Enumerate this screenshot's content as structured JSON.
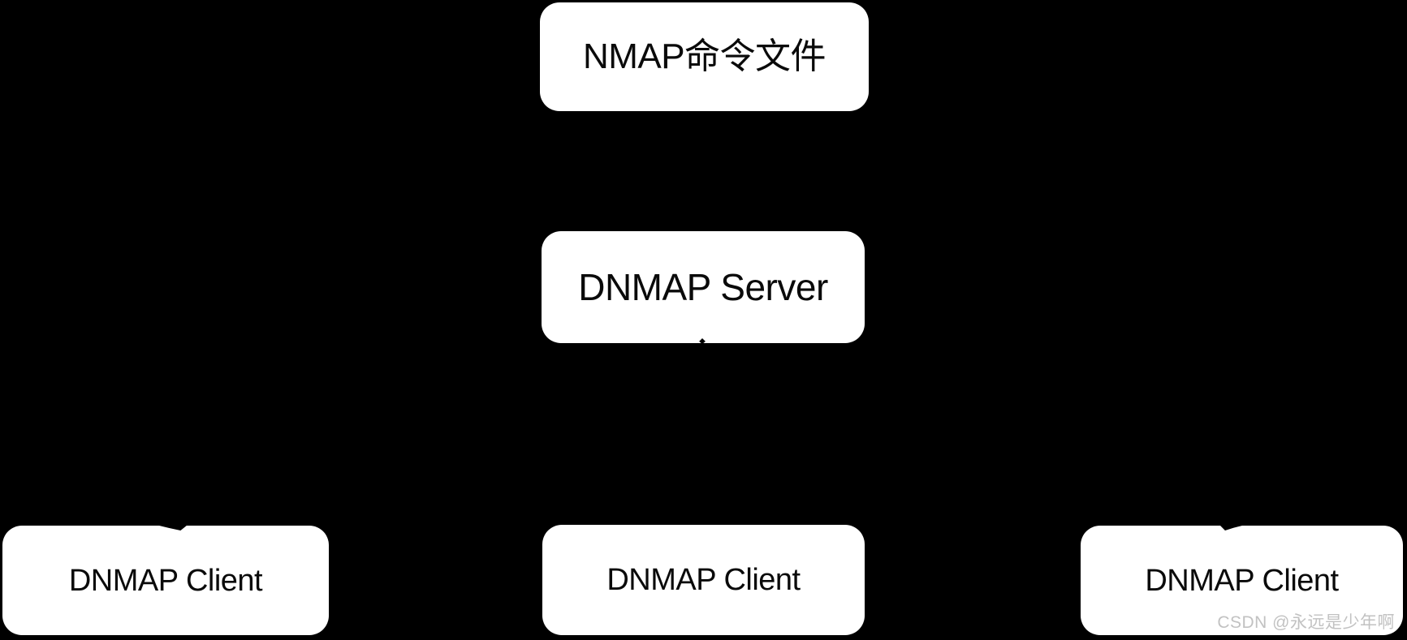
{
  "diagram": {
    "colors": {
      "background": "#000000",
      "node_fill": "#ffffff",
      "node_text": "#0a0a0a",
      "connector": "#000000"
    },
    "nodes": {
      "command_file": {
        "label": "NMAP命令文件"
      },
      "server": {
        "label": "DNMAP Server"
      },
      "client_left": {
        "label": "DNMAP Client"
      },
      "client_middle": {
        "label": "DNMAP Client"
      },
      "client_right": {
        "label": "DNMAP Client"
      }
    }
  },
  "watermark": {
    "text": "CSDN @永远是少年啊",
    "color": "#c2c2c2"
  }
}
